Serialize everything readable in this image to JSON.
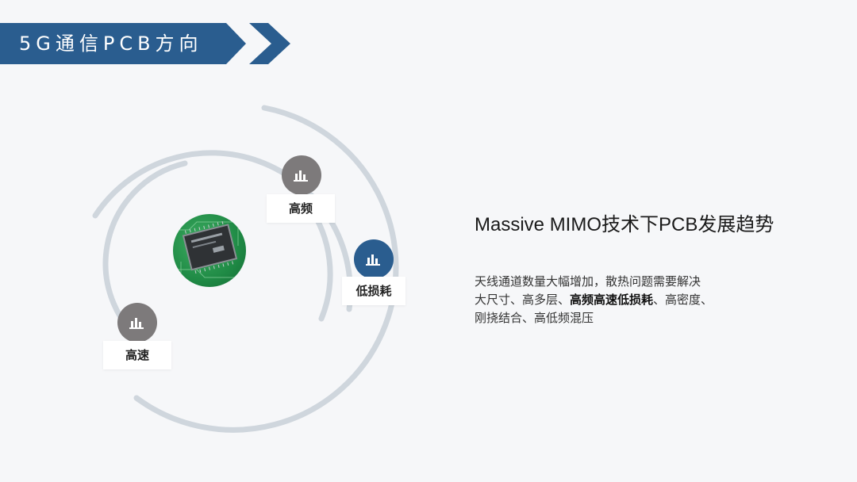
{
  "banner": {
    "title": "5G通信PCB方向"
  },
  "nodes": [
    {
      "label": "高频",
      "icon": "bar-chart-icon",
      "color": "#7d7a7b"
    },
    {
      "label": "低损耗",
      "icon": "bar-chart-icon",
      "color": "#2a5d8f"
    },
    {
      "label": "高速",
      "icon": "bar-chart-icon",
      "color": "#7d7a7b"
    }
  ],
  "chip": {
    "image": "circuit-board-chip"
  },
  "content": {
    "heading": "Massive MIMO技术下PCB发展趋势",
    "line1": "天线通道数量大幅增加，散热问题需要解决",
    "line2_pre": "大尺寸、高多层、",
    "line2_bold": "高频高速低损耗",
    "line2_post": "、高密度、",
    "line3": "刚挠结合、高低频混压"
  },
  "colors": {
    "accent": "#2a5d8f",
    "gray": "#7d7a7b",
    "orbit": "#cfd6dd"
  }
}
